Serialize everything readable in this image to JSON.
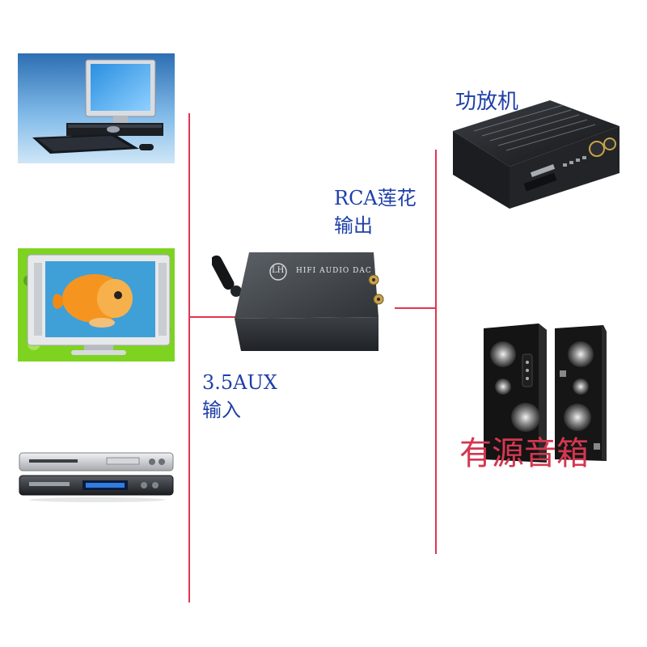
{
  "dac": {
    "logo_text": "LH",
    "model_text": "HIFI AUDIO DAC"
  },
  "labels": {
    "rca_output_line1": "RCA莲花",
    "rca_output_line2": "输出",
    "aux_input_line1": "3.5AUX",
    "aux_input_line2": "输入",
    "amplifier": "功放机",
    "active_speakers": "有源音箱"
  },
  "colors": {
    "connection_line": "#e0374f",
    "label_blue": "#1f3fa8",
    "label_red": "#d4374f"
  }
}
